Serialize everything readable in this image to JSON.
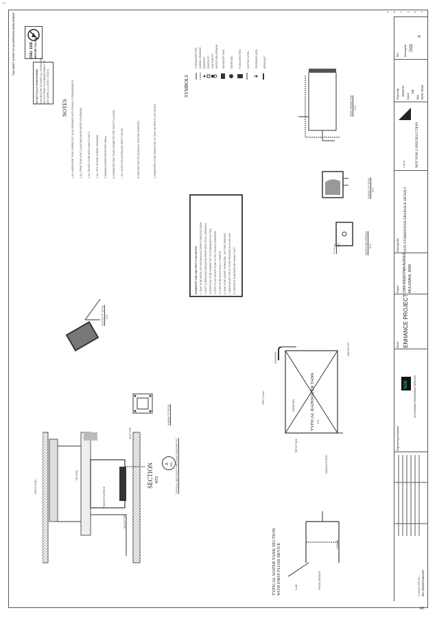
{
  "page": {
    "corner_mark": "—",
    "sheet_no": "A2"
  },
  "stamp_top": "THIS SHEET IS PART OF AN APPROVED DEVELOPMENT",
  "dial_before_you_dig": {
    "line1": "DIAL 1100",
    "line2": "BEFORE YOU DIG"
  },
  "warning_note": {
    "title": "DO NOT SCALE FROM DRAWING",
    "lines": [
      "CONTRACTOR TO VERIFY ALL DIMENSIONS",
      "ON SITE PRIOR TO COMMENCEMENT OF",
      "ANY WORK. ALL LEVELS TO AHD."
    ]
  },
  "notes": {
    "heading": "NOTES",
    "items": [
      "1.  ALL WORKS ARE TO BE CARRIED OUT IN ACCORDANCE WITH COUNCIL'S REQUIREMENTS.",
      "2.  ALL PIPES TO BE uPVC CLASS SN8 UNLESS NOTED OTHERWISE.",
      "3.  ALL GRATES TO BE HEELGUARD CLASS C.",
      "4.  ALL PITS TO HAVE SUBSOIL DRAINAGE.",
      "5.  MINIMUM COVER OVER PIPES 300mm.",
      "6.  RAINWATER TANK TO BE CONNECTED FOR TOILET FLUSHING.",
      "7.  ALL LEVELS TO AUSTRALIAN HEIGHT DATUM.",
      "8.  CONTRACTOR TO LOCATE ALL EXISTING SERVICES.",
      "9.  DOWNPIPES TO BE CONNECTED TO TANK VIA FIRST FLUSH DEVICE."
    ]
  },
  "symbols": {
    "heading": "SYMBOLS",
    "items": [
      "STORMWATER PIPE",
      "SUBSOIL DRAINAGE",
      "DOWNPIPE",
      "GRATED PIT",
      "JUNCTION PIT",
      "INSPECTION OPENING",
      "RAINWATER TANK",
      "OVERFLOW",
      "FLOW DIRECTION",
      "EXISTING LEVEL",
      "PROPOSED LEVEL",
      "KERB INLET"
    ]
  },
  "center_note": {
    "lines": [
      "RAINWATER TANK AND FIRST FLUSH NOTES:",
      "1. TANK TO BE INSTALLED PER MANUFACTURER'S SPECIFICATIONS.",
      "2. INLET SCREEN AND MOSQUITO PROOF MESH TO ALL OPENINGS.",
      "3. OVERFLOW TO BE CONNECTED TO STORMWATER SYSTEM.",
      "4. FIRST FLUSH DEVICE TO BE FITTED TO EACH DOWNPIPE.",
      "5. PUMP TO BE ACOUSTICALLY TREATED.",
      "6. TANK TO BE SIGNED 'RAINWATER - NOT FOR DRINKING'.",
      "7. MAINS WATER TOP-UP TO BE PROVIDED WITH AIR GAP.",
      "8. CONCRETE SLAB BASE MIN 100mm THICK."
    ]
  },
  "details": {
    "section_a": {
      "title": "SECTION",
      "sub": "NTS",
      "marker": "A",
      "marker_sub": "D02",
      "caption": "TYPICAL SECTION THROUGH GRATED PIT"
    },
    "grate": {
      "caption": "GRATED PIT DETAIL",
      "sub": "NTS"
    },
    "tank": {
      "caption": "TYPICAL RAINWATER TANK",
      "sub": "NTS"
    },
    "tank_section": {
      "caption": "TYPICAL WATER TANK SECTION",
      "caption2": "WITH FIRST FLUSH DEVICE"
    },
    "pit_detail": {
      "caption": "SUBSOIL PIT DETAIL",
      "sub": "NTS"
    },
    "kerb": {
      "caption": "KERB CONNECTION",
      "sub": "NTS"
    },
    "inspection": {
      "caption": "INSPECTION OPENING",
      "sub": "NTS"
    },
    "plan_small": {
      "caption": "PIT PLAN",
      "sub": "NTS"
    }
  },
  "labels": {
    "l1": "GRATE LEVEL",
    "l2": "FINISHED SURFACE",
    "l3": "OUTLET PIPE",
    "l4": "150 CONC",
    "l5": "INLET PIPE",
    "l6": "OVERFLOW",
    "l7": "TOP OF TANK",
    "l8": "FIRST FLUSH",
    "l9": "DOWNPIPE",
    "l10": "MOSQUITO MESH",
    "l11": "TANK OUTLET",
    "l12": "SLAB",
    "l13": "GRAVEL BEDDING",
    "l14": "SUBSOIL"
  },
  "title_block": {
    "revision_header": "REV  DESCRIPTION  DATE",
    "rev_a": "A  ISSUED FOR DA  —",
    "engineer_label": "Engineering Consultant",
    "engineer_logo": "SOS",
    "engineer_name": "SUSTAINABLE ENGINEERING SERVICES",
    "client_label": "Client",
    "client_name": "ENHANCE PROJECT",
    "project_label": "Project",
    "project_line1": "238A WEERONA AVENUE",
    "project_line2": "MULGRAVE, NSW",
    "drawing_title_label": "Drawing Title",
    "drawing_title": "SITE STORMWATER DRAINAGE DETAILS",
    "status": "NOT FOR CONSTRUCTION",
    "project_no_label": "Project No.",
    "project_no": "2016-01",
    "drawn_label": "Drawn",
    "drawn": "GB",
    "date_label": "Date",
    "date": "NOV 2016",
    "drawing_no_label": "Drawing No.",
    "drawing_no": "D02",
    "rev_label": "Rev",
    "rev": "A",
    "scale": "1:100 A3"
  },
  "grid_refs": [
    "A",
    "B",
    "C",
    "D",
    "E",
    "F"
  ]
}
